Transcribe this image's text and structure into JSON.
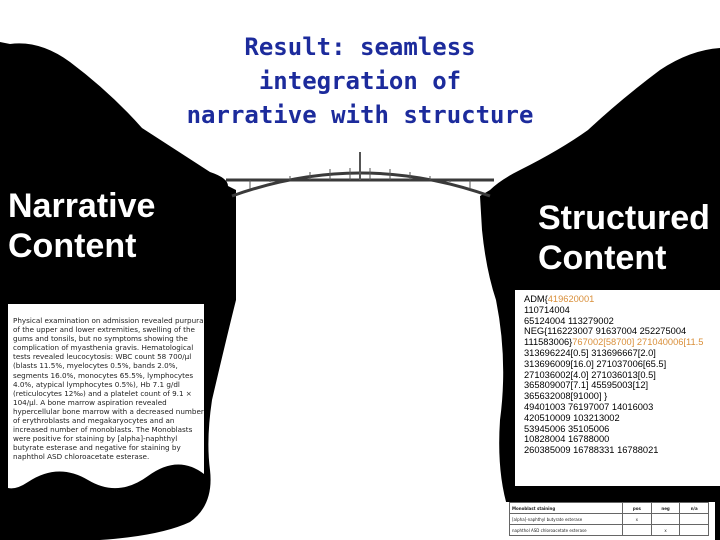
{
  "title": "Result: seamless\nintegration of\nnarrative with structure",
  "narrative": {
    "heading": "Narrative\nContent",
    "text": "Physical examination on admission revealed purpura of the upper and lower extremities, swelling of the gums and tonsils, but no symptoms showing the complication of myasthenia gravis. Hematological tests revealed leucocytosis: WBC count 58 700/µl (blasts 11.5%, myelocytes 0.5%, bands 2.0%, segments 16.0%, monocytes 65.5%, lymphocytes 4.0%, atypical lymphocytes 0.5%), Hb 7.1 g/dl (reticulocytes 12‰) and a platelet count of 9.1 × 104/µl. A bone marrow aspiration revealed hypercellular bone marrow with a decreased number of erythroblasts and megakaryocytes and an increased number of monoblasts. The Monoblasts were positive for staining by [alpha]-naphthyl butyrate esterase and negative for staining by naphthol ASD chloroacetate esterase."
  },
  "structured": {
    "heading": "Structured\nContent",
    "lines": [
      {
        "pre": "ADM{",
        "hl": "419620001"
      },
      {
        "pre": "110714004",
        "hl": ""
      },
      {
        "pre": "65124004 113279002",
        "hl": ""
      },
      {
        "pre": "NEG{116223007 91637004 252275004",
        "hl": ""
      },
      {
        "pre": "111583006}",
        "hl": "767002[58700] 271040006[11.5"
      },
      {
        "pre": "313696224[0.5] 313696667[2.0]",
        "hl": ""
      },
      {
        "pre": "313696009[16.0] 271037006[65.5]",
        "hl": ""
      },
      {
        "pre": "271036002[4.0] 271036013[0.5]",
        "hl": ""
      },
      {
        "pre": "365809007[7.1] 45595003[12]",
        "hl": ""
      },
      {
        "pre": "365632008[91000] }",
        "hl": ""
      },
      {
        "pre": "49401003 76197007 14016003",
        "hl": ""
      },
      {
        "pre": "420510009 103213002",
        "hl": ""
      },
      {
        "pre": "53945006 35105006",
        "hl": ""
      },
      {
        "pre": "10828004 16788000",
        "hl": ""
      },
      {
        "pre": "260385009 16788331 16788021",
        "hl": ""
      }
    ]
  },
  "table": {
    "rows": [
      [
        "Monoblast staining",
        "pos",
        "neg",
        "n/a"
      ],
      [
        "[alpha]-naphthyl butyrate esterase",
        "x",
        "",
        ""
      ],
      [
        "naphthol ASD chloroacetate esterase",
        "",
        "x",
        ""
      ]
    ]
  },
  "colors": {
    "title": "#1c2b9c",
    "headings": "#ffffff",
    "cliffs": "#000000",
    "bridge": "#3a3a3a",
    "code_highlight": "#d98f3a"
  }
}
